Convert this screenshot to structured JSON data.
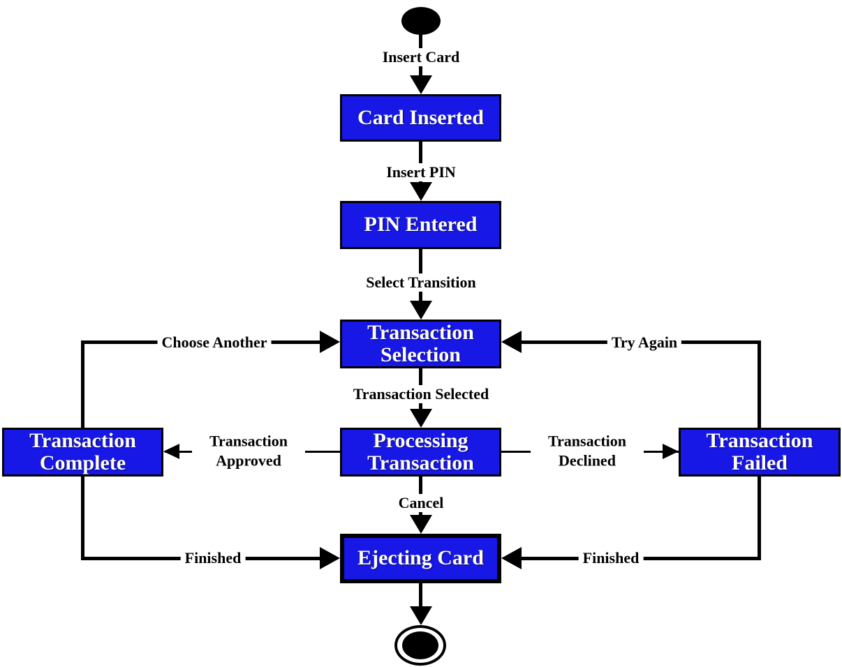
{
  "diagram": {
    "title": "ATM card transaction state diagram",
    "colors": {
      "state_fill": "#1717e6",
      "state_border": "#000000",
      "state_text": "#ffffff",
      "edge_color": "#000000",
      "background": "#ffffff"
    },
    "states": {
      "start": {
        "type": "initial"
      },
      "card_inserted": {
        "label": "Card Inserted"
      },
      "pin_entered": {
        "label": "PIN Entered"
      },
      "transaction_selection": {
        "label": "Transaction Selection"
      },
      "processing_transaction": {
        "label": "Processing Transaction"
      },
      "transaction_complete": {
        "label": "Transaction Complete"
      },
      "transaction_failed": {
        "label": "Transaction Failed"
      },
      "ejecting_card": {
        "label": "Ejecting Card"
      },
      "end": {
        "type": "final"
      }
    },
    "transitions": {
      "insert_card": "Insert Card",
      "insert_pin": "Insert PIN",
      "select_transition": "Select Transition",
      "transaction_selected": "Transaction Selected",
      "cancel": "Cancel",
      "choose_another": "Choose Another",
      "try_again": "Try Again",
      "transaction_approved": "Transaction Approved",
      "transaction_declined": "Transaction Declined",
      "finished_left": "Finished",
      "finished_right": "Finished"
    }
  }
}
